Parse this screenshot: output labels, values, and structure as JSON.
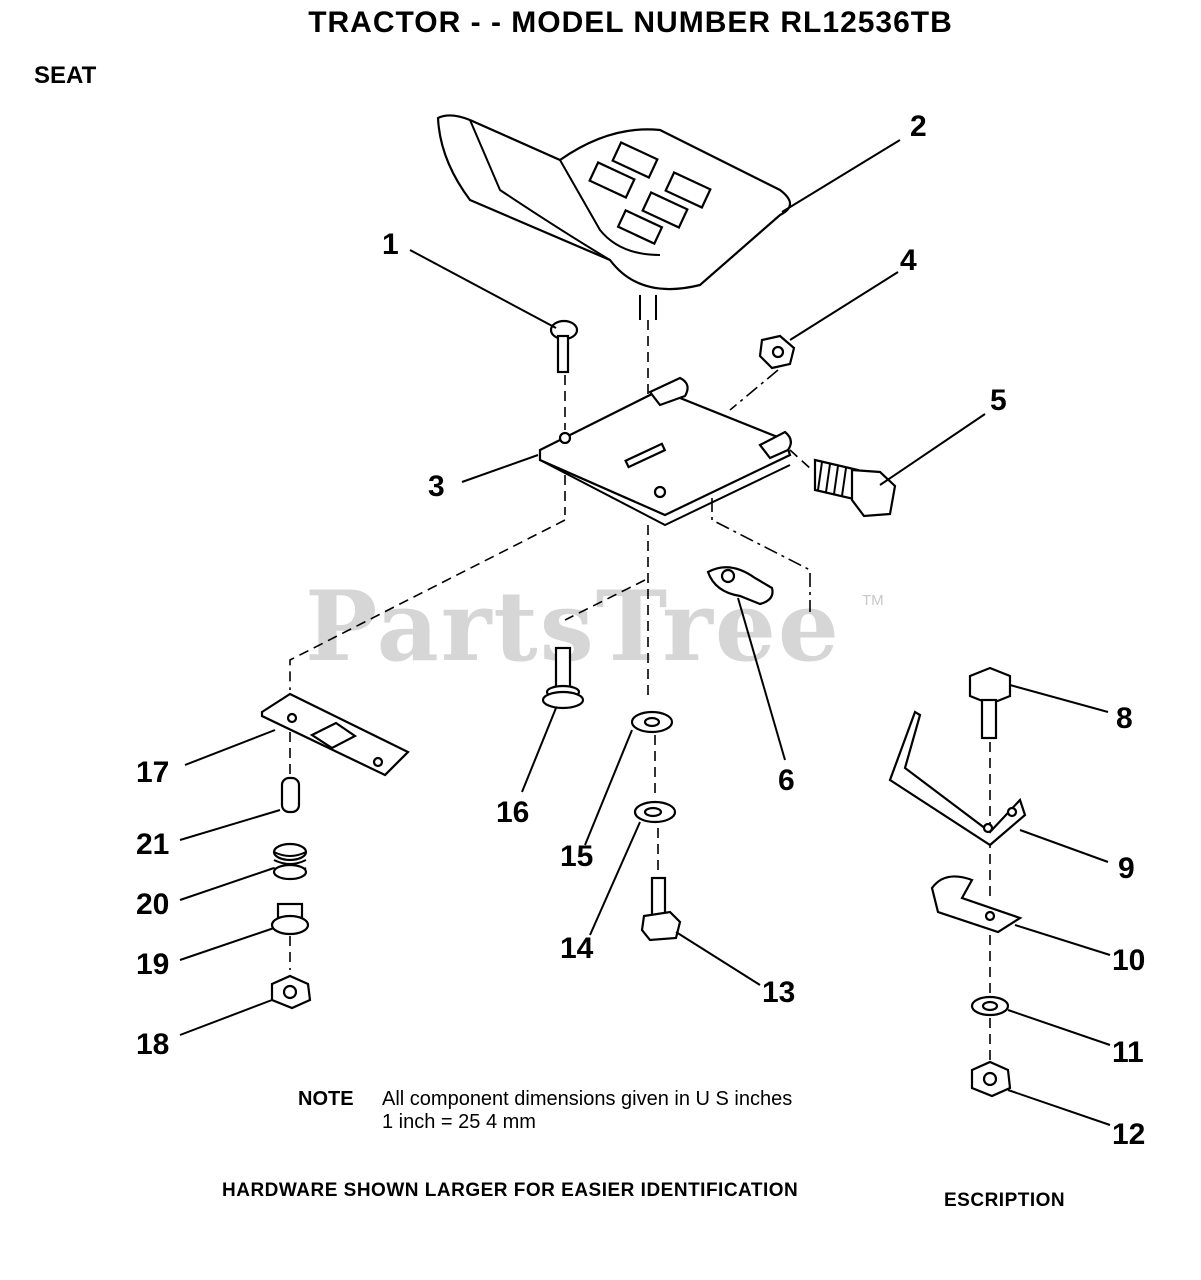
{
  "header": {
    "title": "TRACTOR - - MODEL NUMBER RL12536TB",
    "section": "SEAT"
  },
  "watermark": {
    "text": "PartsTree",
    "trademark": "TM"
  },
  "callouts": [
    "1",
    "2",
    "3",
    "4",
    "5",
    "6",
    "8",
    "9",
    "10",
    "11",
    "12",
    "13",
    "14",
    "15",
    "16",
    "17",
    "18",
    "19",
    "20",
    "21"
  ],
  "note": {
    "label": "NOTE",
    "line1": "All component dimensions given in U S  inches",
    "line2": "1 inch = 25 4 mm"
  },
  "footer": {
    "hardware": "HARDWARE SHOWN LARGER FOR EASIER IDENTIFICATION",
    "description": "ESCRIPTION"
  }
}
